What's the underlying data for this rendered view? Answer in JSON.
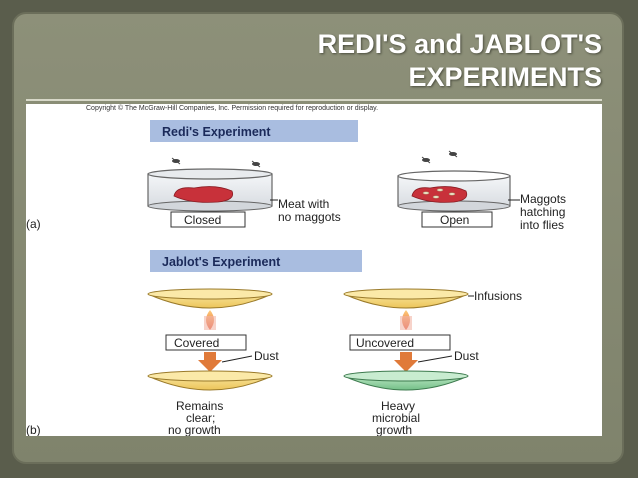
{
  "slide": {
    "title_line1": "REDI'S and JABLOT'S",
    "title_line2": "EXPERIMENTS"
  },
  "figure": {
    "copyright": "Copyright © The McGraw-Hill Companies, Inc. Permission required for reproduction or display.",
    "redi": {
      "header": "Redi's Experiment",
      "panel_label": "(a)",
      "closed_label": "Closed",
      "closed_caption": [
        "Meat with",
        "no maggots"
      ],
      "open_label": "Open",
      "open_caption": [
        "Maggots",
        "hatching",
        "into flies"
      ]
    },
    "jablot": {
      "header": "Jablot's Experiment",
      "panel_label": "(b)",
      "infusions_label": "Infusions",
      "covered_label": "Covered",
      "uncovered_label": "Uncovered",
      "dust_label_left": "Dust",
      "dust_label_right": "Dust",
      "left_result": [
        "Remains",
        "clear;",
        "no growth"
      ],
      "right_result": [
        "Heavy",
        "microbial",
        "growth"
      ]
    }
  },
  "colors": {
    "slide_bg": "#8d9079",
    "header_box": "#a9bde0",
    "infusion_fill": "#f3d37a",
    "growth_fill": "#8ecf9e",
    "meat": "#c8313a",
    "arrow": "#e07a3a"
  }
}
